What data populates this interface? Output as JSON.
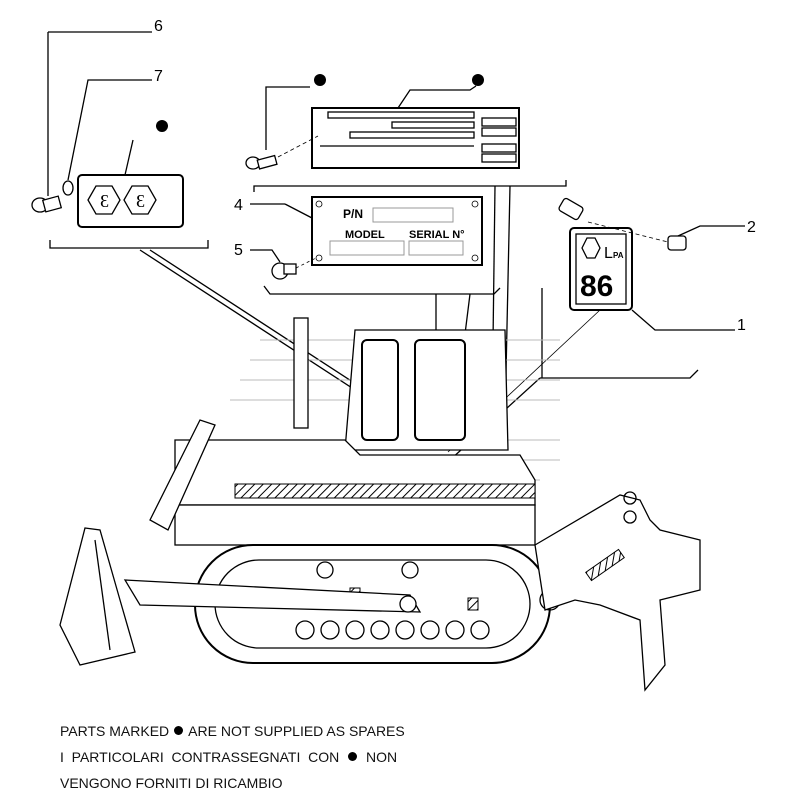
{
  "callouts": {
    "c1": "1",
    "c2": "2",
    "c4": "4",
    "c5": "5",
    "c6": "6",
    "c7": "7"
  },
  "plate": {
    "pn": "P/N",
    "model": "MODEL",
    "serial": "SERIAL N°"
  },
  "noise_decal": {
    "lpa_l": "L",
    "lpa_sub": "PA",
    "value": "86"
  },
  "notes": {
    "line1_a": "PARTS MARKED",
    "line1_b": "ARE NOT SUPPLIED AS SPARES",
    "line2_a": "I  PARTICOLARI  CONTRASSEGNATI  CON",
    "line2_b": "NON",
    "line3": "VENGONO FORNITI DI RICAMBIO"
  },
  "colors": {
    "ink": "#000000",
    "background": "#ffffff"
  }
}
